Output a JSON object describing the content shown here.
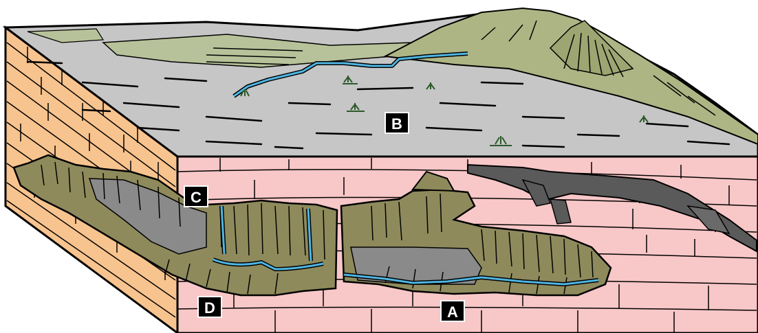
{
  "labels": {
    "a": "A",
    "b": "B",
    "c": "C",
    "d": "D"
  },
  "colors": {
    "surface": "#c6c6c6",
    "vegetation": "#b8c29a",
    "hills": "#aeb584",
    "front_rock": "#f8c7c7",
    "side_rock": "#f7c38e",
    "cave_wall": "#8e8a5c",
    "cave_shadow": "#8a8a8a",
    "water": "#4fb6e3",
    "passage": "#5a5a5a"
  }
}
